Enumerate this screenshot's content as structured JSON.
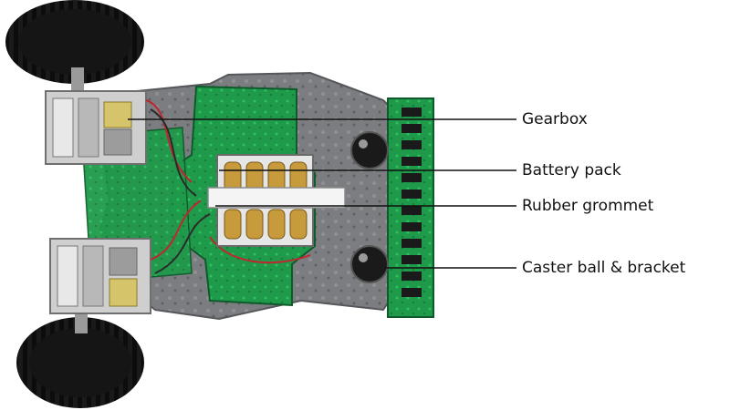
{
  "labels": {
    "gearbox": "Gearbox",
    "battery_pack": "Battery pack",
    "rubber_grommet": "Rubber grommet",
    "caster": "Caster ball & bracket"
  },
  "colors": {
    "background": "#ffffff",
    "pcb_green": "#1e9a4a",
    "chassis_gray": "#7c7e80",
    "tire_black": "#0d0d0d",
    "leader_line": "#111111"
  }
}
